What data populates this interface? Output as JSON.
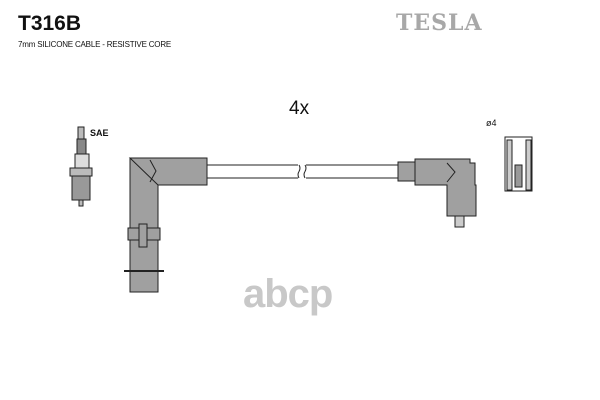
{
  "header": {
    "part_number": "T316B",
    "description": "7mm SILICONE CABLE - RESISTIVE CORE",
    "brand": "TESLA"
  },
  "diagram": {
    "quantity_label": "4x",
    "spark_plug_label": "SAE",
    "terminal_label": "ø4"
  },
  "watermark": "abcp",
  "colors": {
    "boot_fill": "#a0a0a0",
    "brand": "#a8a8a8"
  }
}
